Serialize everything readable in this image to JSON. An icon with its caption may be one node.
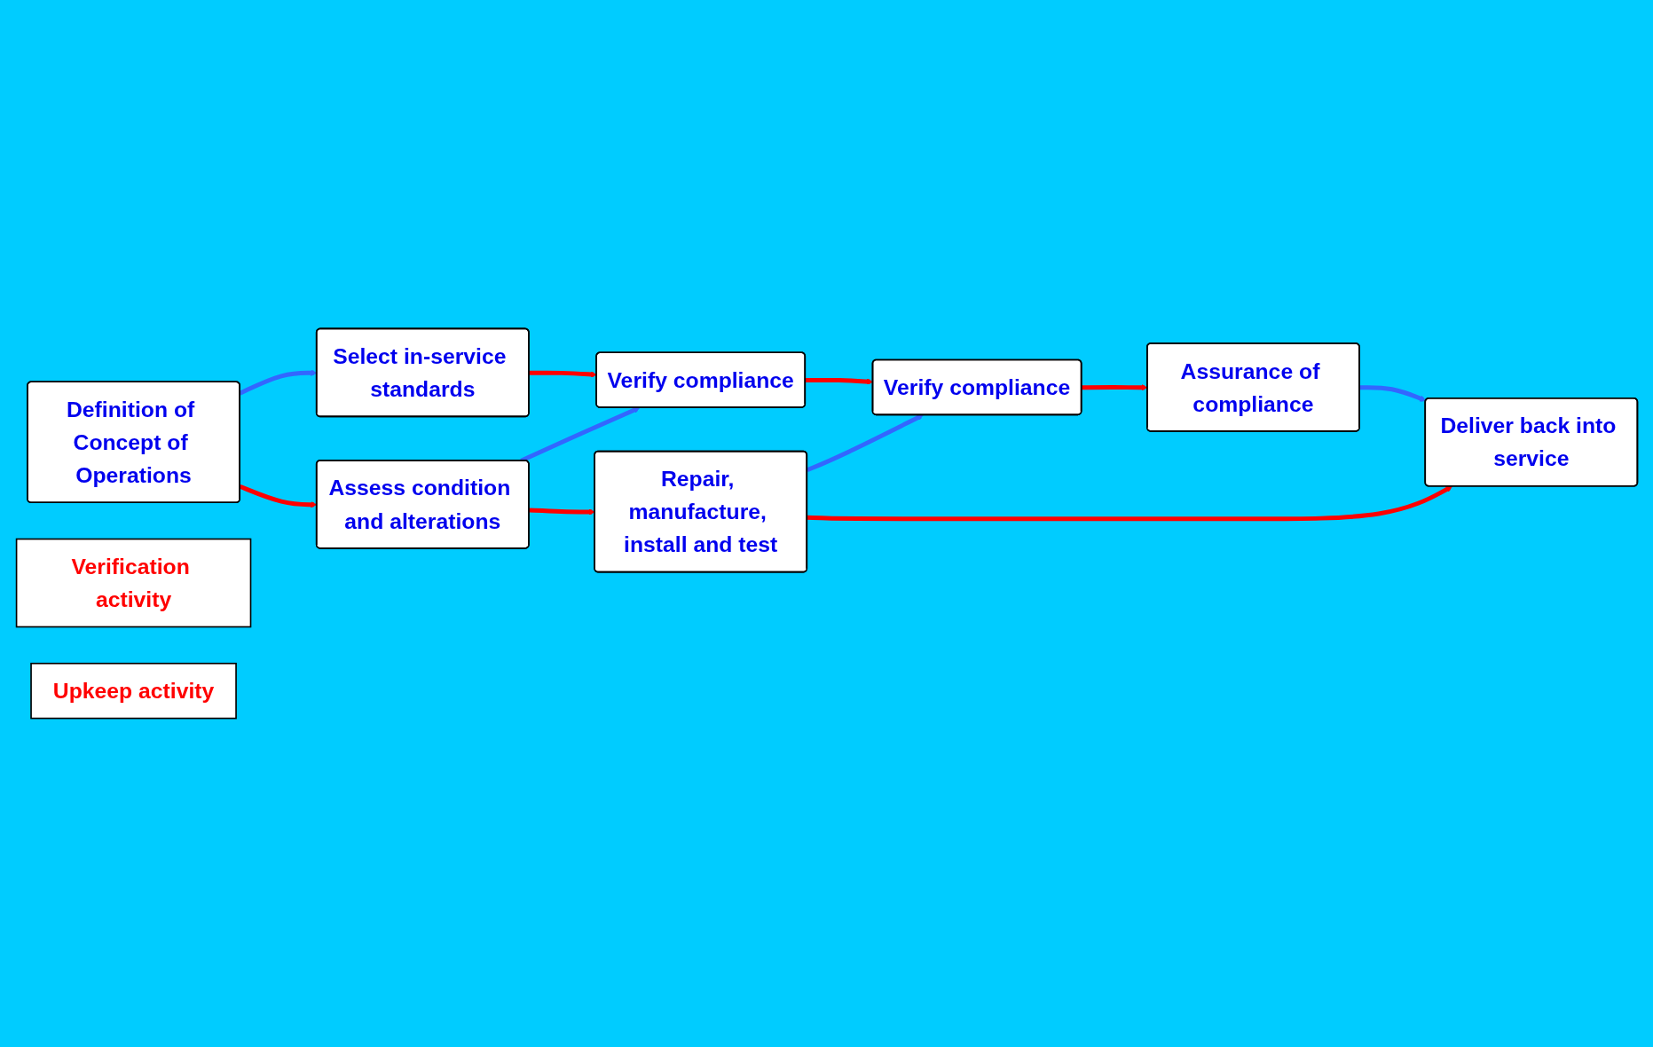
{
  "diagram": {
    "nodes": [
      {
        "text": [
          "Definition of Concept of Operations"
        ]
      },
      {
        "text": [
          "Select in-service standards"
        ]
      },
      {
        "text": [
          "Verification activity"
        ]
      },
      {
        "text": [
          "Assess condition and alterations"
        ]
      },
      {
        "text": [
          "Verify compliance"
        ]
      },
      {
        "text": [
          "Repair, manufacture, install and test"
        ]
      },
      {
        "text": [
          "Verify compliance"
        ]
      },
      {
        "text": [
          "Upkeep activity"
        ]
      },
      {
        "text": [
          "Deliver back into service"
        ]
      },
      {
        "text": [
          "Assurance of compliance"
        ]
      }
    ],
    "edges": [
      {
        "from": 0,
        "to": 1,
        "arrow": "to",
        "color": "#3366ff"
      },
      {
        "from": 0,
        "to": 3,
        "arrow": "to",
        "color": "#ff0000"
      },
      {
        "from": 1,
        "to": 4,
        "arrow": "to",
        "color": "#ff0000"
      },
      {
        "from": 3,
        "to": 4,
        "arrow": "to",
        "color": "#3366ff"
      },
      {
        "from": 3,
        "to": 5,
        "arrow": "to",
        "color": "#ff0000"
      },
      {
        "from": 4,
        "to": 6,
        "arrow": "to",
        "color": "#ff0000"
      },
      {
        "from": 5,
        "to": 6,
        "arrow": "to",
        "color": "#3366ff"
      },
      {
        "from": 5,
        "to": 8,
        "arrow": "to",
        "color": "#ff0000"
      },
      {
        "from": 6,
        "to": 9,
        "arrow": "to",
        "color": "#ff0000"
      },
      {
        "from": 9,
        "to": 8,
        "arrow": "to",
        "color": "#3366ff"
      }
    ]
  }
}
